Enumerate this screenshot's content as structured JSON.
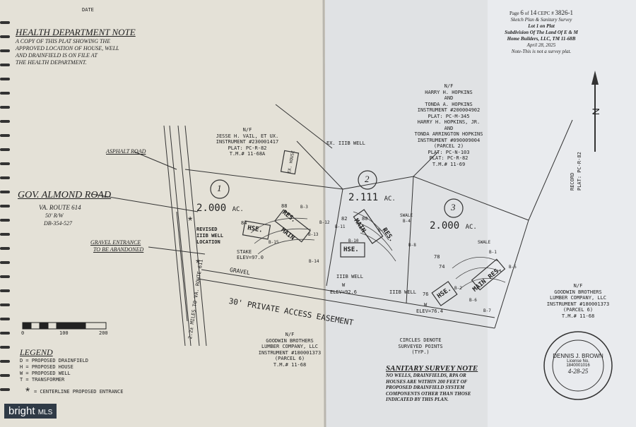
{
  "colors": {
    "paper_left": "#e3e0d6",
    "paper_right": "#dfe2e6",
    "ink": "#222222"
  },
  "header": {
    "date_label": "DATE"
  },
  "health_note": {
    "title": "HEALTH DEPARTMENT NOTE",
    "lines": [
      "A COPY OF THIS PLAT SHOWING THE",
      "APPROVED LOCATION OF HOUSE, WELL",
      "AND DRAINFIELD IS ON FILE AT",
      "THE HEALTH DEPARTMENT."
    ]
  },
  "title_block": {
    "page_word": "Page",
    "page_num": "6",
    "of_word": "of",
    "page_total": "14",
    "cepc_label": "CEPC #",
    "cepc_num": "3826-1",
    "lines": [
      "Sketch Plan & Sanitary Survey",
      "Lot 1 on Plat",
      "Subdivision Of The Land Of E & M",
      "Home Builders, LLC, TM 11-68B",
      "April 28, 2025",
      "Note-This is not a survey plat."
    ]
  },
  "north_arrow_label": "N",
  "owner_hopkins": {
    "lines": [
      "N/F",
      "HARRY H. HOPKINS",
      "AND",
      "TONDA A. HOPKINS",
      "INSTRUMENT #200004902",
      "PLAT: PC-M-345",
      "HARRY H. HOPKINS, JR.",
      "AND",
      "TONDA ARRINGTON HOPKINS",
      "INSTRUMENT #090009004",
      "(PARCEL 2)",
      "PLAT: PC-N-103",
      "PLAT: PC-R-82",
      "T.M.# 11-69"
    ]
  },
  "owner_vail": {
    "lines": [
      "N/F",
      "JESSE H. VAIL, ET UX.",
      "INSTRUMENT #230001417",
      "PLAT: PC-R-82",
      "T.M.# 11-68A"
    ]
  },
  "ex_house": "EX. HOUSE",
  "ex_well": "EX. IIIB WELL",
  "asphalt_road": "ASPHALT ROAD",
  "road": {
    "name": "GOV. ALMOND ROAD",
    "route": "VA. ROUTE 614",
    "row": "50' R/W",
    "db": "DB-354-527"
  },
  "gravel_entrance": [
    "GRAVEL ENTRANCE",
    "TO BE ABANDONED"
  ],
  "revised_well": [
    "REVISED",
    "IIIB WELL",
    "LOCATION"
  ],
  "stake": [
    "STAKE",
    "ELEV=97.0"
  ],
  "gravel": "GRAVEL",
  "distance": "2.2± MILES TO VA. ROUTE 611",
  "easement": "30' PRIVATE ACCESS EASEMENT",
  "lots": [
    {
      "num": "1",
      "area": "2.000",
      "unit": "AC."
    },
    {
      "num": "2",
      "area": "2.111",
      "unit": "AC."
    },
    {
      "num": "3",
      "area": "2.000",
      "unit": "AC."
    }
  ],
  "lot_labels": {
    "hse": "HSE.",
    "res": "RES.",
    "main": "MAIN",
    "swale": "SWALE",
    "well": "IIIB WELL",
    "w": "W"
  },
  "borings": [
    "B-3",
    "B-12",
    "B-13",
    "B-15",
    "B-14",
    "B-11",
    "B-9",
    "B-4",
    "B-10",
    "B-8",
    "B-1",
    "B-5",
    "B-2",
    "B-6",
    "B-7"
  ],
  "contours": [
    "88",
    "84",
    "82",
    "80",
    "78",
    "74",
    "76"
  ],
  "elevations": [
    "ELEV=92.6",
    "ELEV=76.4"
  ],
  "record_plat": [
    "RECORD",
    "PLAT: PC-R-82"
  ],
  "owner_goodwin_right": {
    "lines": [
      "N/F",
      "GOODWIN BROTHERS",
      "LUMBER COMPANY, LLC",
      "INSTRUMENT #180001373",
      "(PARCEL 6)",
      "T.M.# 11-68"
    ]
  },
  "owner_goodwin_bottom": {
    "lines": [
      "N/F",
      "GOODWIN BROTHERS",
      "LUMBER COMPANY, LLC",
      "INSTRUMENT #180001373",
      "(PARCEL 6)",
      "T.M.# 11-68"
    ]
  },
  "circles_note": [
    "CIRCLES DENOTE",
    "SURVEYED POINTS",
    "(TYP.)"
  ],
  "scale": {
    "labels": [
      "0",
      "100",
      "200"
    ]
  },
  "legend": {
    "title": "LEGEND",
    "items": [
      "D = PROPOSED DRAINFIELD",
      "H = PROPOSED HOUSE",
      "W = PROPOSED WELL",
      "T = TRANSFORMER"
    ],
    "centerline": "= CENTERLINE PROPOSED ENTRANCE"
  },
  "sanitary_note": {
    "title": "SANITARY SURVEY NOTE",
    "lines": [
      "NO WELLS, DRAINFIELDS, RPA OR",
      "HOUSES ARE WITHIN 200 FEET OF",
      "PROPOSED DRAINFIELD SYSTEM",
      "COMPONENTS OTHER THAN THOSE",
      "INDICATED BY THIS PLAN."
    ]
  },
  "seal": {
    "name": "DENNIS J. BROWN",
    "license_label": "License No.",
    "license": "1840001016",
    "date": "4-28-25"
  },
  "watermark": {
    "brand": "bright",
    "suffix": "MLS"
  }
}
